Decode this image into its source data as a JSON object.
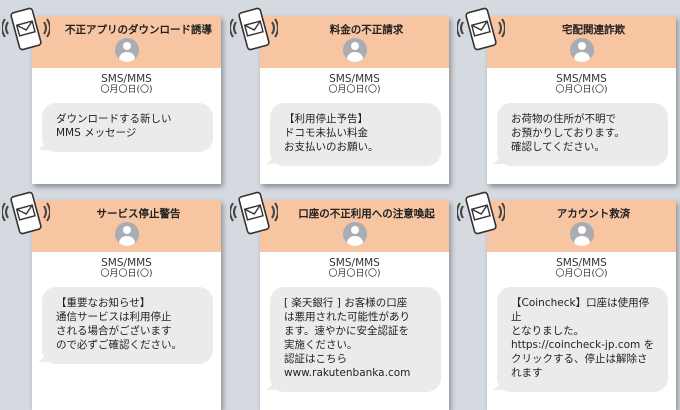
{
  "cards": [
    {
      "title": "不正アプリのダウンロード誘導",
      "source": "SMS/MMS",
      "date": "〇月〇日(〇)",
      "message": "ダウンロードする新しい\nMMS メッセージ"
    },
    {
      "title": "料金の不正請求",
      "source": "SMS/MMS",
      "date": "〇月〇日(〇)",
      "message": "【利用停止予告】\nドコモ未払い料金\nお支払いのお願い。"
    },
    {
      "title": "宅配関連詐欺",
      "source": "SMS/MMS",
      "date": "〇月〇日(〇)",
      "message": "お荷物の住所が不明で\nお預かりしております。\n確認してください。"
    },
    {
      "title": "サービス停止警告",
      "source": "SMS/MMS",
      "date": "〇月〇日(〇)",
      "message": "【重要なお知らせ】\n通信サービスは利用停止\nされる場合がございます\nので必ずご確認ください。"
    },
    {
      "title": "口座の不正利用への注意喚起",
      "source": "SMS/MMS",
      "date": "〇月〇日(〇)",
      "message": "[ 楽天銀行 ] お客様の口座\nは悪用された可能性があり\nます。速やかに安全認証を\n実施ください。\n認証はこちら\nwww.rakutenbanka.com"
    },
    {
      "title": "アカウント救済",
      "source": "SMS/MMS",
      "date": "〇月〇日(〇)",
      "message": "【Coincheck】口座は使用停止\nとなりました。\nhttps://coincheck-jp.com を\nクリックする、停止は解除さ\nれます"
    }
  ],
  "colors": {
    "header": "#f8c5a2",
    "background": "#d5dae0",
    "bubble": "#ebebeb"
  },
  "icons": {
    "phone": "phone-mail-icon",
    "avatar": "avatar-icon"
  }
}
